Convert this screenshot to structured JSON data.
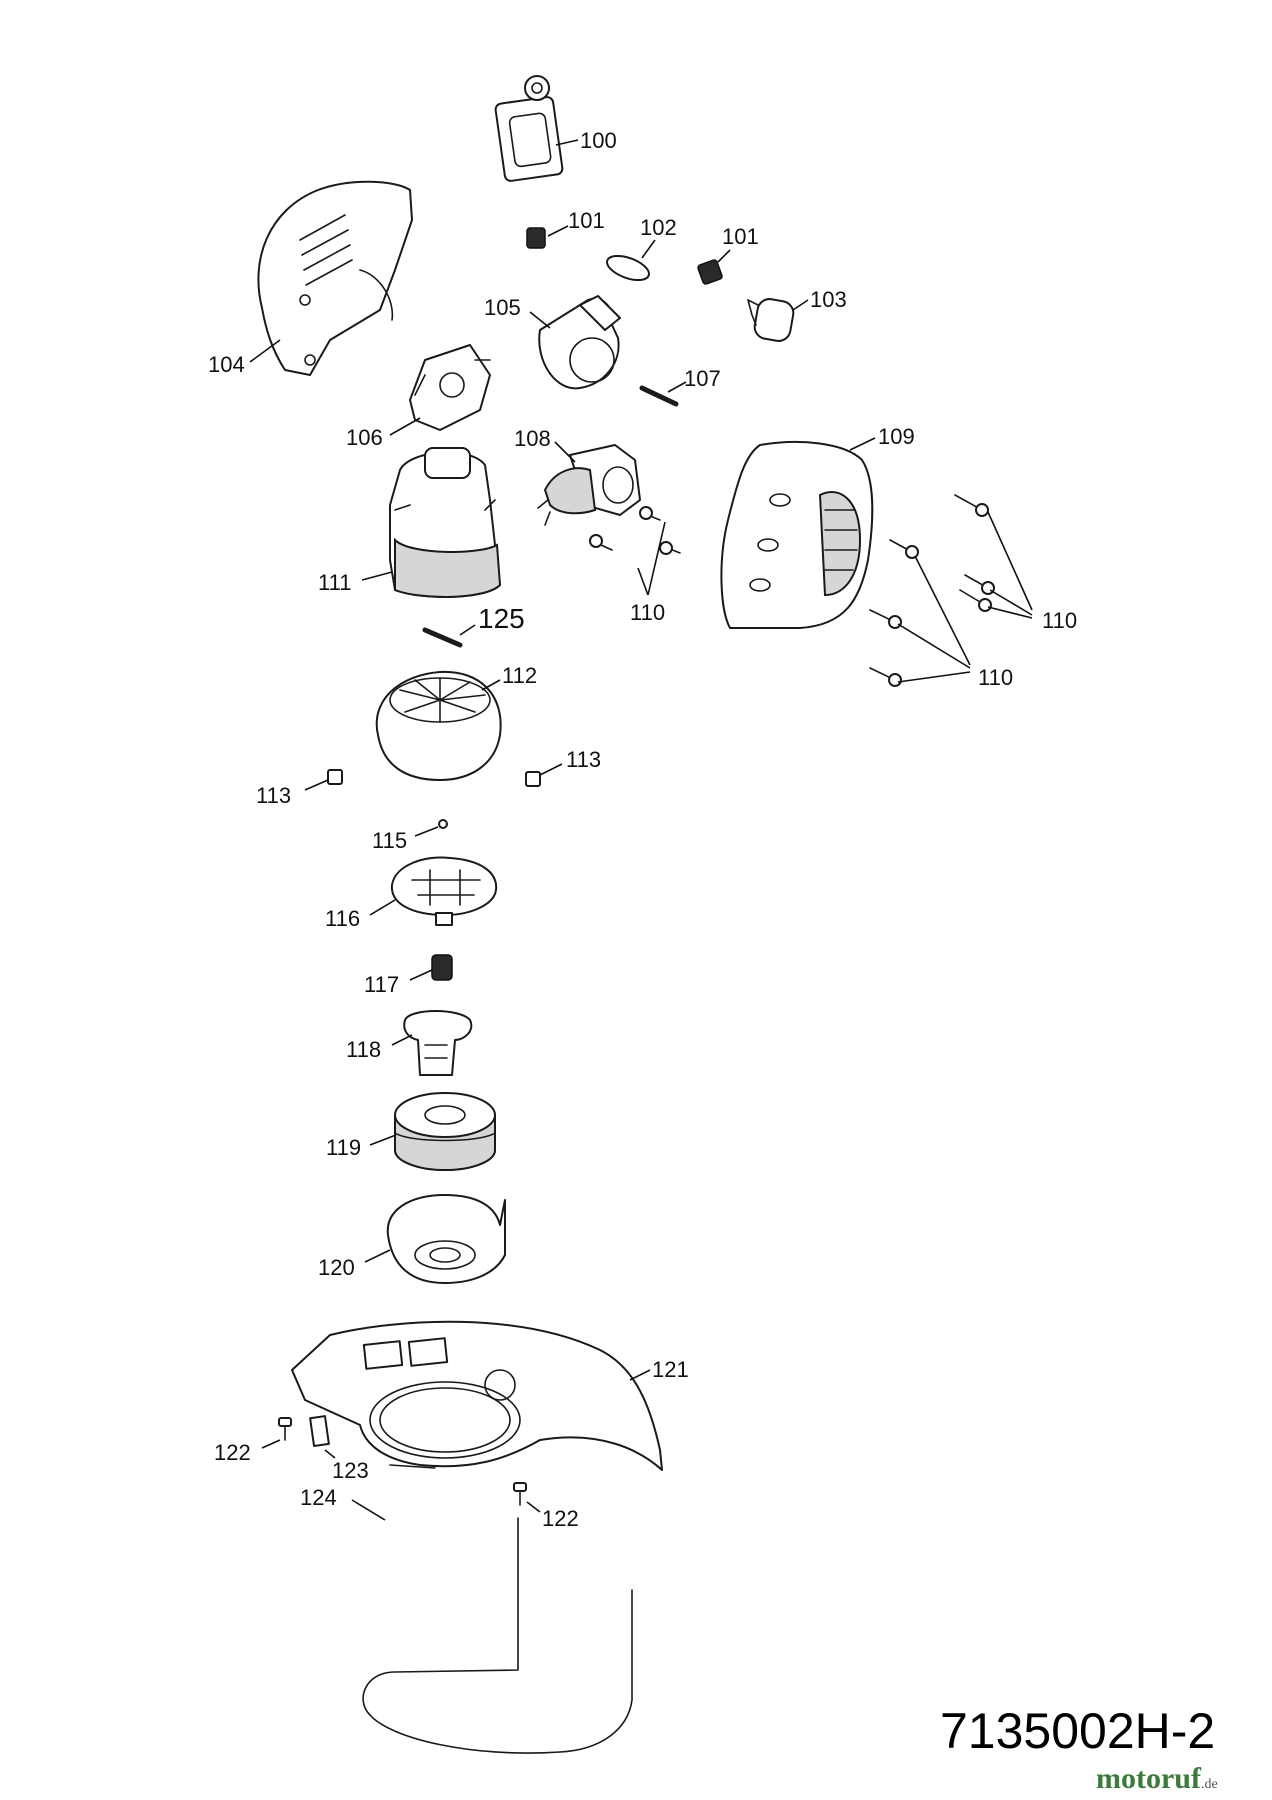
{
  "diagram": {
    "drawing_number": "7135002H-2",
    "watermark": {
      "name": "motoruf",
      "tld": ".de"
    },
    "callouts": {
      "p100": "100",
      "p101a": "101",
      "p101b": "101",
      "p102": "102",
      "p103": "103",
      "p104": "104",
      "p105": "105",
      "p106": "106",
      "p107": "107",
      "p108": "108",
      "p109": "109",
      "p110a": "110",
      "p110b": "110",
      "p110c": "110",
      "p111": "111",
      "p112": "112",
      "p113a": "113",
      "p113b": "113",
      "p115": "115",
      "p116": "116",
      "p117": "117",
      "p118": "118",
      "p119": "119",
      "p120": "120",
      "p121": "121",
      "p122a": "122",
      "p122b": "122",
      "p123": "123",
      "p124": "124",
      "p125": "125"
    }
  }
}
